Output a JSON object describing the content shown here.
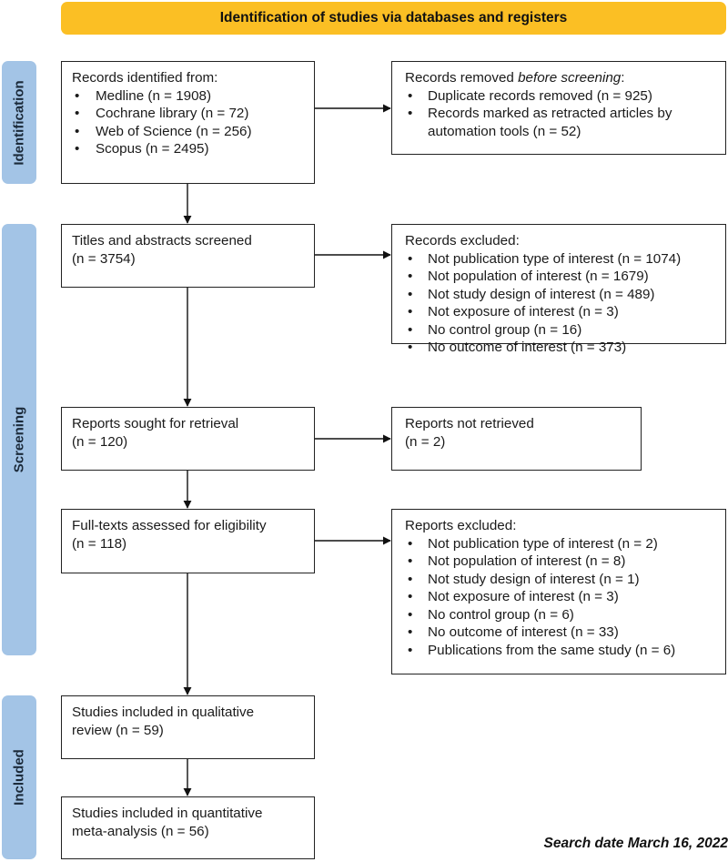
{
  "header": {
    "title": "Identification of studies via databases and registers"
  },
  "stages": {
    "identification": "Identification",
    "screening": "Screening",
    "included": "Included"
  },
  "boxes": {
    "records_identified": {
      "title": "Records identified from:",
      "items": [
        "Medline (n = 1908)",
        "Cochrane library (n = 72)",
        "Web of Science (n = 256)",
        "Scopus (n = 2495)"
      ]
    },
    "records_removed": {
      "title_prefix": "Records removed ",
      "title_emph": "before screening",
      "title_suffix": ":",
      "items": [
        "Duplicate records removed (n = 925)",
        "Records marked as retracted articles by automation tools (n = 52)"
      ]
    },
    "titles_screened": {
      "line1": "Titles and abstracts screened",
      "line2": "(n = 3754)"
    },
    "records_excluded": {
      "title": "Records excluded:",
      "items": [
        "Not publication type of interest (n = 1074)",
        "Not population of interest (n = 1679)",
        "Not study design of interest  (n = 489)",
        "Not exposure of interest (n = 3)",
        "No control group (n = 16)",
        "No outcome of interest (n = 373)"
      ]
    },
    "reports_sought": {
      "line1": "Reports sought for retrieval",
      "line2": "(n = 120)"
    },
    "reports_not_retrieved": {
      "line1": "Reports not retrieved",
      "line2": "(n = 2)"
    },
    "fulltexts_assessed": {
      "line1": "Full-texts assessed for eligibility",
      "line2": "(n = 118)"
    },
    "reports_excluded": {
      "title": "Reports excluded:",
      "items": [
        "Not publication type of interest (n = 2)",
        "Not population of interest (n = 8)",
        "Not study design of interest (n = 1)",
        "Not exposure of interest (n = 3)",
        "No control group (n = 6)",
        "No outcome of interest (n = 33)",
        "Publications from the same study (n = 6)"
      ]
    },
    "qualitative": {
      "line1": "Studies included in qualitative",
      "line2": "review (n = 59)"
    },
    "quantitative": {
      "line1": "Studies included in quantitative",
      "line2": "meta-analysis (n = 56)"
    }
  },
  "footer": {
    "search_date": "Search date March 16, 2022"
  }
}
